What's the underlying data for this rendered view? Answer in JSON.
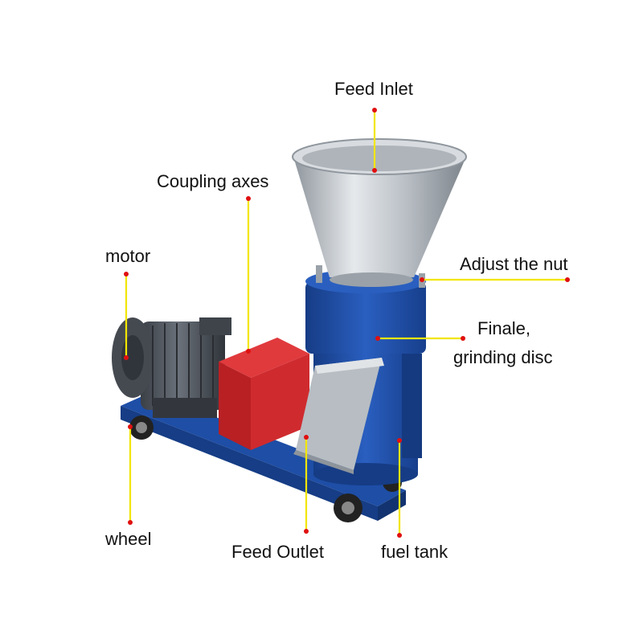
{
  "labels": {
    "feed_inlet": "Feed Inlet",
    "coupling_axes": "Coupling axes",
    "motor": "motor",
    "adjust_nut": "Adjust the nut",
    "finale_line1": "Finale,",
    "finale_line2": "grinding disc",
    "wheel": "wheel",
    "feed_outlet": "Feed Outlet",
    "fuel_tank": "fuel tank"
  },
  "colors": {
    "leader_line": "#f2e600",
    "marker_dot": "#e01010",
    "machine_blue": "#1f4fa8",
    "guard_red": "#c8262a",
    "steel": "#c9ced3",
    "motor_gray": "#4a4f57"
  }
}
